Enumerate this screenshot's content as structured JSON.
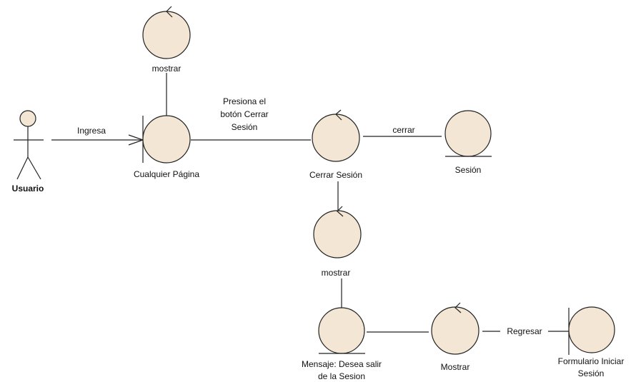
{
  "colors": {
    "object_fill": "#f3e6d4",
    "stroke": "#222222",
    "background": "#ffffff"
  },
  "actor": {
    "label": "Usuario",
    "icon": "stick-figure-actor"
  },
  "objects": {
    "mostrar_top": {
      "label": "mostrar",
      "kind": "control"
    },
    "cualquier_pagina": {
      "label": "Cualquier Página",
      "kind": "boundary"
    },
    "cerrar_sesion": {
      "label": "Cerrar Sesión",
      "kind": "control"
    },
    "sesion": {
      "label": "Sesión",
      "kind": "entity"
    },
    "mostrar_mid": {
      "label": "mostrar",
      "kind": "control"
    },
    "mensaje": {
      "label_lines": [
        "Mensaje: Desea salir",
        "de la Sesion"
      ],
      "kind": "entity"
    },
    "mostrar_bottom": {
      "label": "Mostrar",
      "kind": "control"
    },
    "formulario": {
      "label_lines": [
        "Formulario Iniciar",
        "Sesión"
      ],
      "kind": "boundary"
    }
  },
  "messages": {
    "ingresa": "Ingresa",
    "presiona": [
      "Presiona el",
      "botón Cerrar",
      "Sesión"
    ],
    "cerrar": "cerrar",
    "regresar": "Regresar"
  }
}
